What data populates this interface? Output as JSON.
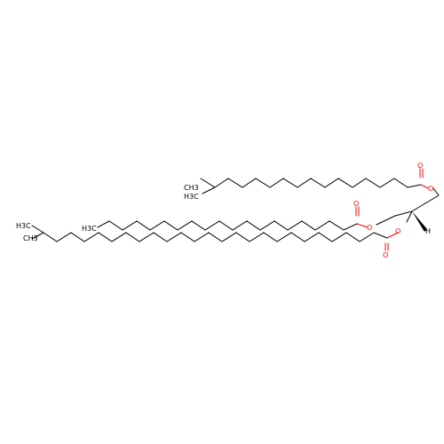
{
  "colors": {
    "carbon": "#000000",
    "oxygen": "#ff0000",
    "background": "#ffffff"
  },
  "labels": {
    "methyl_top": "CH3",
    "methyl_mid": "H3C",
    "methyl_left": "H3C",
    "ethyl_ch3": "H3C",
    "ethyl_branch": "CH3",
    "o_ester_top": "O",
    "o_carbonyl_top": "O",
    "o_ester_mid": "O",
    "o_carbonyl_mid": "O",
    "o_ester_bot": "O",
    "o_carbonyl_bot": "O",
    "stereo_h": "H"
  }
}
